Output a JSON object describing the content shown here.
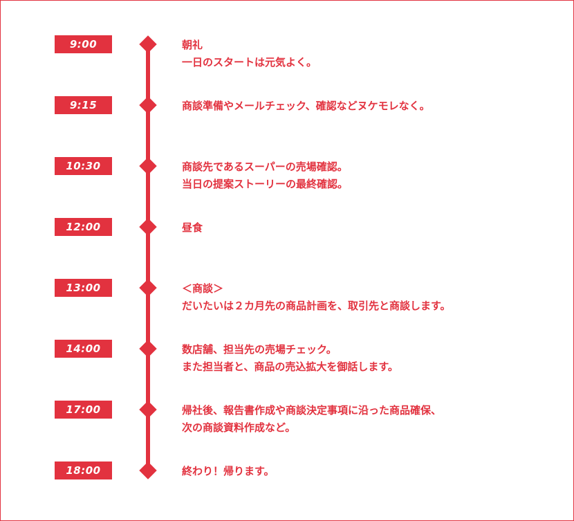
{
  "colors": {
    "accent": "#e2323f",
    "background": "#ffffff"
  },
  "schedule": [
    {
      "time": "9:00",
      "lines": [
        "朝礼",
        "一日のスタートは元気よく。"
      ]
    },
    {
      "time": "9:15",
      "lines": [
        "商談準備やメールチェック、確認などヌケモレなく。"
      ]
    },
    {
      "time": "10:30",
      "lines": [
        "商談先であるスーパーの売場確認。",
        "当日の提案ストーリーの最終確認。"
      ]
    },
    {
      "time": "12:00",
      "lines": [
        "昼食"
      ]
    },
    {
      "time": "13:00",
      "lines": [
        "＜商談＞",
        "だいたいは２カ月先の商品計画を、取引先と商談します。"
      ]
    },
    {
      "time": "14:00",
      "lines": [
        "数店舗、担当先の売場チェック。",
        "また担当者と、商品の売込拡大を御話します。"
      ]
    },
    {
      "time": "17:00",
      "lines": [
        "帰社後、報告書作成や商談決定事項に沿った商品確保、",
        "次の商談資料作成など。"
      ]
    },
    {
      "time": "18:00",
      "lines": [
        "終わり！帰ります。"
      ]
    }
  ]
}
